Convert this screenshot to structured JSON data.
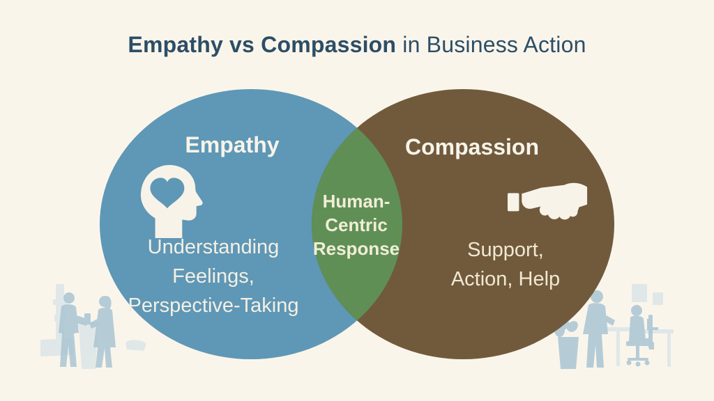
{
  "title": {
    "highlight": "Empathy vs Compassion",
    "rest": " in Business Action"
  },
  "venn": {
    "left": {
      "label": "Empathy",
      "icon": "head-with-heart-icon",
      "description": "Understanding\nFeelings,\nPerspective-Taking"
    },
    "right": {
      "label": "Compassion",
      "icon": "handshake-icon",
      "description": "Support,\nAction, Help"
    },
    "overlap": {
      "label": "Human-\nCentric\nResponse"
    }
  },
  "colors": {
    "background": "#faf5eb",
    "title_text": "#2c4e66",
    "empathy_circle": "#5f97b6",
    "compassion_circle": "#715a3c",
    "overlap_lens": "#5f8f55",
    "light_text": "#f7f4ea",
    "cream_text": "#f1e8d3",
    "silhouette": "#a9c6d4",
    "silhouette_light": "#cdddе6"
  },
  "decorations": {
    "bottom_left": "people-talking-silhouette",
    "bottom_right": "office-meeting-silhouette"
  }
}
